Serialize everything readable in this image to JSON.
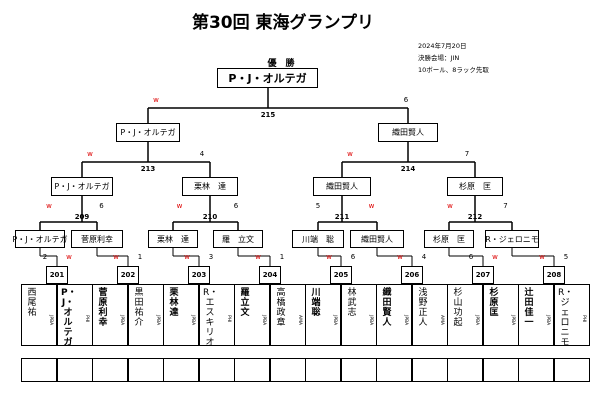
{
  "title": "第30回 東海グランプリ",
  "meta": {
    "date": "2024年7月20日",
    "venue": "決勝会場：JIN",
    "rule": "10ボール、8ラック先取"
  },
  "champion": {
    "label": "優　勝",
    "name": "P・J・オルテガ"
  },
  "final": {
    "num": "215",
    "left": {
      "name": "P・J・オルテガ",
      "score": "w"
    },
    "right": {
      "name": "織田賢人",
      "score": "6"
    }
  },
  "semis": [
    {
      "num": "213",
      "top": {
        "name": "P・J・オルテガ",
        "score": "w"
      },
      "bottom": {
        "name": "栗林　達",
        "score": "4"
      }
    },
    {
      "num": "214",
      "top": {
        "name": "織田賢人",
        "score": "w"
      },
      "bottom": {
        "name": "杉原　匡",
        "score": "7"
      }
    }
  ],
  "quarters": [
    {
      "num": "209",
      "top": {
        "name": "P・J・オルテガ",
        "score": "w"
      },
      "bottom": {
        "name": "菅原利幸",
        "score": "6"
      }
    },
    {
      "num": "210",
      "top": {
        "name": "栗林　達",
        "score": "w"
      },
      "bottom": {
        "name": "羅　立文",
        "score": "6"
      }
    },
    {
      "num": "211",
      "top": {
        "name": "川端　聡",
        "score": "5"
      },
      "bottom": {
        "name": "織田賢人",
        "score": "w"
      }
    },
    {
      "num": "212",
      "top": {
        "name": "杉原　匡",
        "score": "w"
      },
      "bottom": {
        "name": "R・ジェロニモ",
        "score": "7"
      }
    }
  ],
  "first_round": [
    {
      "num": "201",
      "top": {
        "name": "西尾　祐",
        "aff": "JPBA",
        "score": "2"
      },
      "bottom": {
        "name": "P・J・オルテガ",
        "aff": "PHI",
        "score": "w"
      }
    },
    {
      "num": "202",
      "top": {
        "name": "菅原利幸",
        "aff": "JPBA",
        "score": "w"
      },
      "bottom": {
        "name": "黒田祐介",
        "aff": "JPBA",
        "score": "1"
      }
    },
    {
      "num": "203",
      "top": {
        "name": "栗林　達",
        "aff": "JPBA",
        "score": "w"
      },
      "bottom": {
        "name": "R・エスキリオ",
        "aff": "PHI",
        "score": "3"
      }
    },
    {
      "num": "204",
      "top": {
        "name": "羅　立文",
        "aff": "JPBA",
        "score": "w"
      },
      "bottom": {
        "name": "高橋政章",
        "aff": "AMA",
        "score": "1"
      }
    },
    {
      "num": "205",
      "top": {
        "name": "川端　聡",
        "aff": "JPBA",
        "score": "w"
      },
      "bottom": {
        "name": "林　武志",
        "aff": "JPBA",
        "score": "6"
      }
    },
    {
      "num": "206",
      "top": {
        "name": "織田賢人",
        "aff": "JPBA",
        "score": "w"
      },
      "bottom": {
        "name": "浅野正人",
        "aff": "AMA",
        "score": "4"
      }
    },
    {
      "num": "207",
      "top": {
        "name": "杉山功起",
        "aff": "JPBA",
        "score": "6"
      },
      "bottom": {
        "name": "杉原　匡",
        "aff": "JPBA",
        "score": "w"
      }
    },
    {
      "num": "208",
      "top": {
        "name": "辻田佳一",
        "aff": "JPBA",
        "score": "w"
      },
      "bottom": {
        "name": "R・ジェロニモ",
        "aff": "PHI",
        "score": "5"
      }
    }
  ]
}
